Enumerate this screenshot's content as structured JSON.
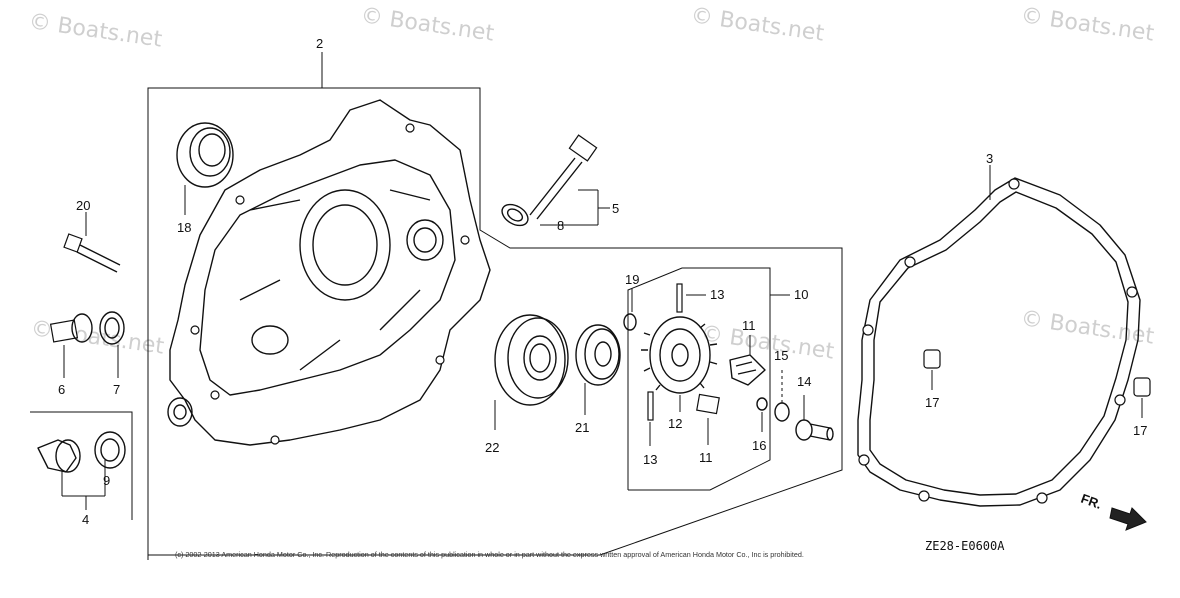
{
  "watermarks": [
    "© Boats.net",
    "© Boats.net",
    "© Boats.net",
    "© Boats.net",
    "© Boats.net",
    "© Boats.net",
    "© Boats.net"
  ],
  "diagram_code": "ZE28-E0600A",
  "direction_label": "FR.",
  "copyright": "(c) 2002-2013 American Honda Motor Co., Inc. Reproduction of the contents of this publication in whole or in part without the express written approval of American Honda Motor Co., Inc is prohibited.",
  "callouts": {
    "c2": "2",
    "c3": "3",
    "c20": "20",
    "c18": "18",
    "c5": "5",
    "c8": "8",
    "c6": "6",
    "c7": "7",
    "c4": "4",
    "c9": "9",
    "c19": "19",
    "c13a": "13",
    "c10": "10",
    "c11a": "11",
    "c15": "15",
    "c14": "14",
    "c22": "22",
    "c21": "21",
    "c12": "12",
    "c13b": "13",
    "c11b": "11",
    "c16": "16",
    "c17a": "17",
    "c17b": "17"
  }
}
